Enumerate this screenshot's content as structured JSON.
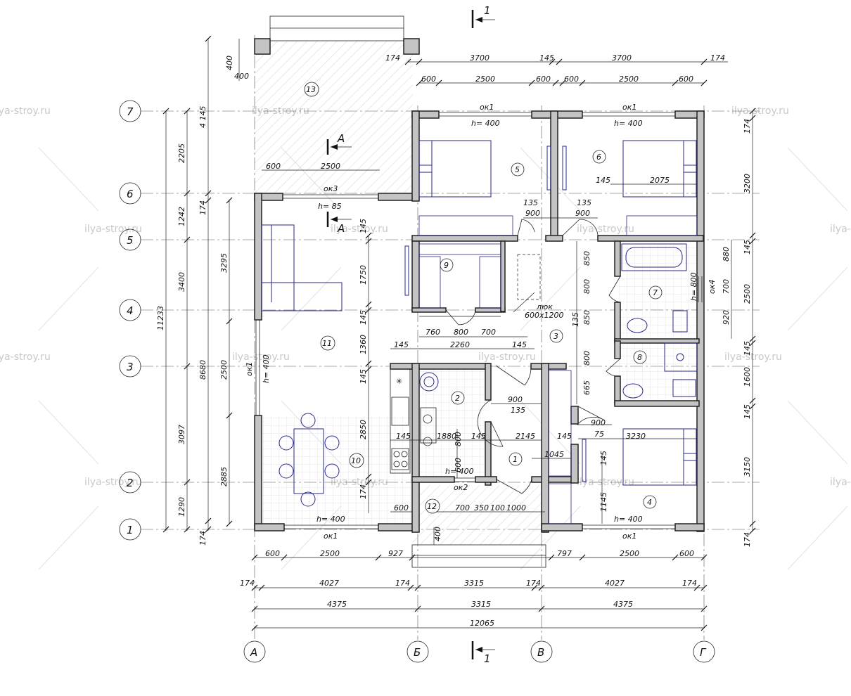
{
  "watermark": "ilya-stroy.ru",
  "section_marks": {
    "top": "1",
    "bottom": "1",
    "a_upper": "А",
    "a_lower": "А"
  },
  "axes_horizontal": [
    "7",
    "6",
    "5",
    "4",
    "3",
    "2",
    "1"
  ],
  "axes_vertical": [
    "А",
    "Б",
    "В",
    "Г"
  ],
  "rooms": [
    "1",
    "2",
    "3",
    "4",
    "5",
    "6",
    "7",
    "8",
    "9",
    "10",
    "11",
    "12",
    "13"
  ],
  "windows": {
    "ok1_top_left": "ок1",
    "ok1_top_right": "ок1",
    "h400_top_left": "h= 400",
    "h400_top_right": "h= 400",
    "ok3": "ок3",
    "h85": "h= 85",
    "ok1_left": "ок1",
    "h400_left": "h= 400",
    "ok2": "ок2",
    "h400_ok2": "h= 400",
    "h400_bottom_left": "h= 400",
    "ok1_bottom_left": "ок1",
    "h400_bottom_right": "h= 400",
    "ok1_bottom_right": "ок1",
    "ok4": "ок4",
    "h800": "h= 800"
  },
  "hatch_label": {
    "luk": "люк",
    "size": "600x1200"
  },
  "dims_top": {
    "d174_left": "174",
    "d3700_a": "3700",
    "d145": "145",
    "d3700_b": "3700",
    "d174_right": "174",
    "d600_1": "600",
    "d2500_1": "2500",
    "d600_2": "600",
    "d600_3": "600",
    "d2500_2": "2500",
    "d600_4": "600",
    "d400_a": "400",
    "d400_b": "400",
    "d600_ok3": "600",
    "d2500_ok3": "2500",
    "d2075": "2075",
    "d145_r6": "145",
    "d135_a": "135",
    "d900_a": "900",
    "d135_b": "135",
    "d900_b": "900"
  },
  "dims_left": {
    "d4145": "4 145",
    "d2205": "2205",
    "d174_l1": "174",
    "d1242": "1242",
    "d3295": "3295",
    "d3400": "3400",
    "d11233": "11233",
    "d8680": "8680",
    "d2500_l": "2500",
    "d3097": "3097",
    "d2885": "2885",
    "d1290": "1290",
    "d174_l2": "174"
  },
  "dims_inner": {
    "d145_v1": "145",
    "d1750": "1750",
    "d145_v2": "145",
    "d1360": "1360",
    "d145_v3": "145",
    "d2850": "2850",
    "d174_v": "174",
    "d760": "760",
    "d800_9": "800",
    "d700_9": "700",
    "d145_h1": "145",
    "d2260": "2260",
    "d145_h2": "145",
    "d900_2": "900",
    "d135_2": "135",
    "d145_k": "145",
    "d1880": "1880",
    "d800_k": "800",
    "d145_k2": "145",
    "d2145": "2145",
    "d145_k3": "145",
    "d1045": "1045",
    "d600_k": "600",
    "h400_k": "h= 400",
    "d600_12": "600",
    "d700_12": "700",
    "d350": "350",
    "d100": "100",
    "d1000": "1000",
    "d400_12": "400",
    "d850_a": "850",
    "d800_c": "800",
    "d850_b": "850",
    "d135_c": "135",
    "d800_d": "800",
    "d665": "665",
    "d900_c": "900",
    "d75": "75",
    "d3230": "3230",
    "d145_r4": "145",
    "d1145": "1145"
  },
  "dims_right": {
    "d174_r1": "174",
    "d3200": "3200",
    "d145_r1": "145",
    "d880": "880",
    "d2500_r": "2500",
    "d700_r": "700",
    "d920": "920",
    "d145_r2": "145",
    "d1600": "1600",
    "d145_r3": "145",
    "d3150": "3150",
    "d174_r2": "174"
  },
  "dims_bottom": {
    "d600_b1": "600",
    "d2500_b1": "2500",
    "d927": "927",
    "d797": "797",
    "d2500_b2": "2500",
    "d600_b2": "600",
    "d174_b1": "174",
    "d4027_a": "4027",
    "d174_b2": "174",
    "d3315_a": "3315",
    "d174_b3": "174",
    "d4027_b": "4027",
    "d174_b4": "174",
    "d4375_a": "4375",
    "d3315_b": "3315",
    "d4375_b": "4375",
    "d12065": "12065"
  }
}
